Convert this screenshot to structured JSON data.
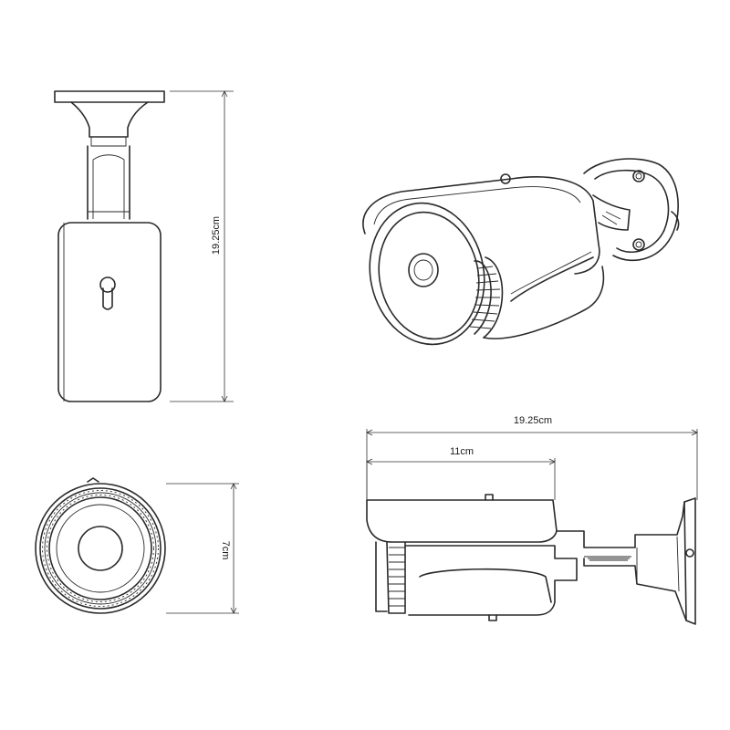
{
  "dimensions": {
    "front_height": "19.25cm",
    "lens_diameter": "7cm",
    "side_length": "19.25cm",
    "housing_length": "11cm"
  }
}
